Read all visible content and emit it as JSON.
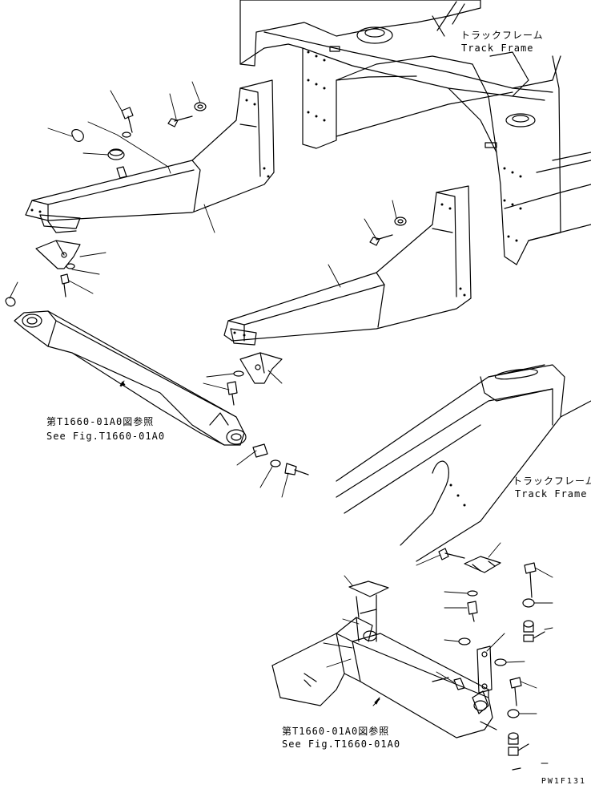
{
  "labels": {
    "track_frame_top_jp": "トラックフレーム",
    "track_frame_top_en": "Track Frame",
    "track_frame_mid_jp": "トラックフレーム",
    "track_frame_mid_en": "Track Frame",
    "ref_left_jp": "第T1660-01A0図参照",
    "ref_left_en": "See Fig.T1660-01A0",
    "ref_bottom_jp": "第T1660-01A0図参照",
    "ref_bottom_en": "See Fig.T1660-01A0",
    "drawing_no": "PW1F131"
  },
  "colors": {
    "line": "#000000",
    "background": "#ffffff"
  }
}
